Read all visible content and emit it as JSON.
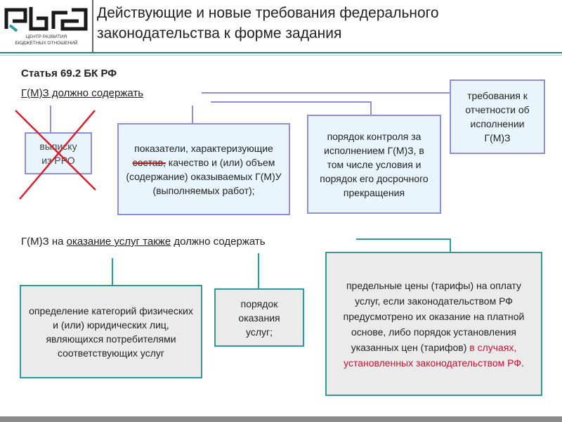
{
  "header": {
    "logo_text": "РБО Центр развития бюджетных отношений",
    "title_line1": "Действующие и новые требования федерального",
    "title_line2": "законодательства к форме задания"
  },
  "article": "Статья 69.2 БК РФ",
  "section1": {
    "heading": "Г(М)З должно содержать",
    "boxes": {
      "rro": {
        "line1": "выписку",
        "line2": "из РРО"
      },
      "indicators": {
        "before": "показатели, характеризующие ",
        "struck": "состав,",
        "after": " качество и (или) объем (содержание) оказываемых Г(М)У (выполняемых работ);"
      },
      "control": "порядок контроля за исполнением Г(М)З, в том числе условия и порядок его досрочного прекращения",
      "reporting": "требования к отчетности об исполнении Г(М)З"
    }
  },
  "section2": {
    "heading_start": "Г(М)З на ",
    "heading_underlined": "оказание услуг также",
    "heading_end": " должно содержать",
    "boxes": {
      "categories": "определение категорий физических и (или) юридических лиц, являющихся потребителями соответствующих услуг",
      "procedure": "порядок оказания услуг;",
      "prices_main": "предельные цены (тарифы) на оплату услуг, если законодательством РФ предусмотрено их оказание на платной основе, либо порядок установления указанных цен (тарифов) ",
      "prices_red": "в случаях, установленных законодательством РФ",
      "prices_end": "."
    }
  },
  "colors": {
    "lavender": "#8f8fd8",
    "teal": "#2e9a9a",
    "red": "#c8102e"
  }
}
